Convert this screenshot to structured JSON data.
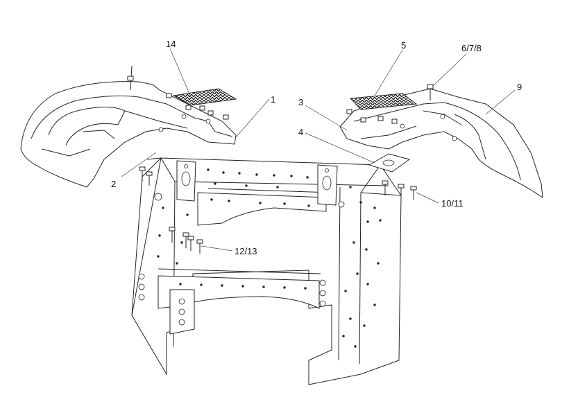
{
  "labels": {
    "l1": "1",
    "l2": "2",
    "l3": "3",
    "l4": "4",
    "l5": "5",
    "l9": "9",
    "l14": "14",
    "l678": "6/7/8",
    "l1011": "10/11",
    "l1213": "12/13"
  }
}
